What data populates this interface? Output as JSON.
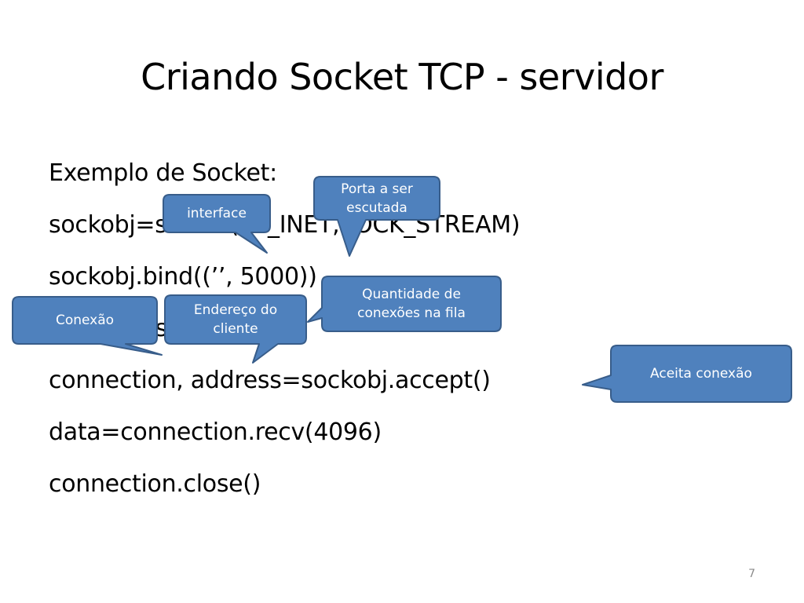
{
  "slide": {
    "title": "Criando Socket TCP - servidor",
    "lines": [
      "Exemplo de Socket:",
      "sockobj=socket(AF_INET,SOCK_STREAM)",
      "sockobj.bind((’’, 5000))",
      "sockobj.listen(1)",
      "connection, address=sockobj.accept()",
      "data=connection.recv(4096)",
      "connection.close()"
    ],
    "page_number": "7"
  },
  "callouts": {
    "interface": "interface",
    "porta_line1": "Porta a ser",
    "porta_line2": "escutada",
    "quantidade_line1": "Quantidade de",
    "quantidade_line2": "conexões na fila",
    "conexao": "Conexão",
    "endereco_line1": "Endereço do",
    "endereco_line2": "cliente",
    "aceita": "Aceita conexão"
  },
  "colors": {
    "callout_fill": "#4f81bd",
    "callout_stroke": "#385d8a",
    "callout_text": "#ffffff"
  }
}
